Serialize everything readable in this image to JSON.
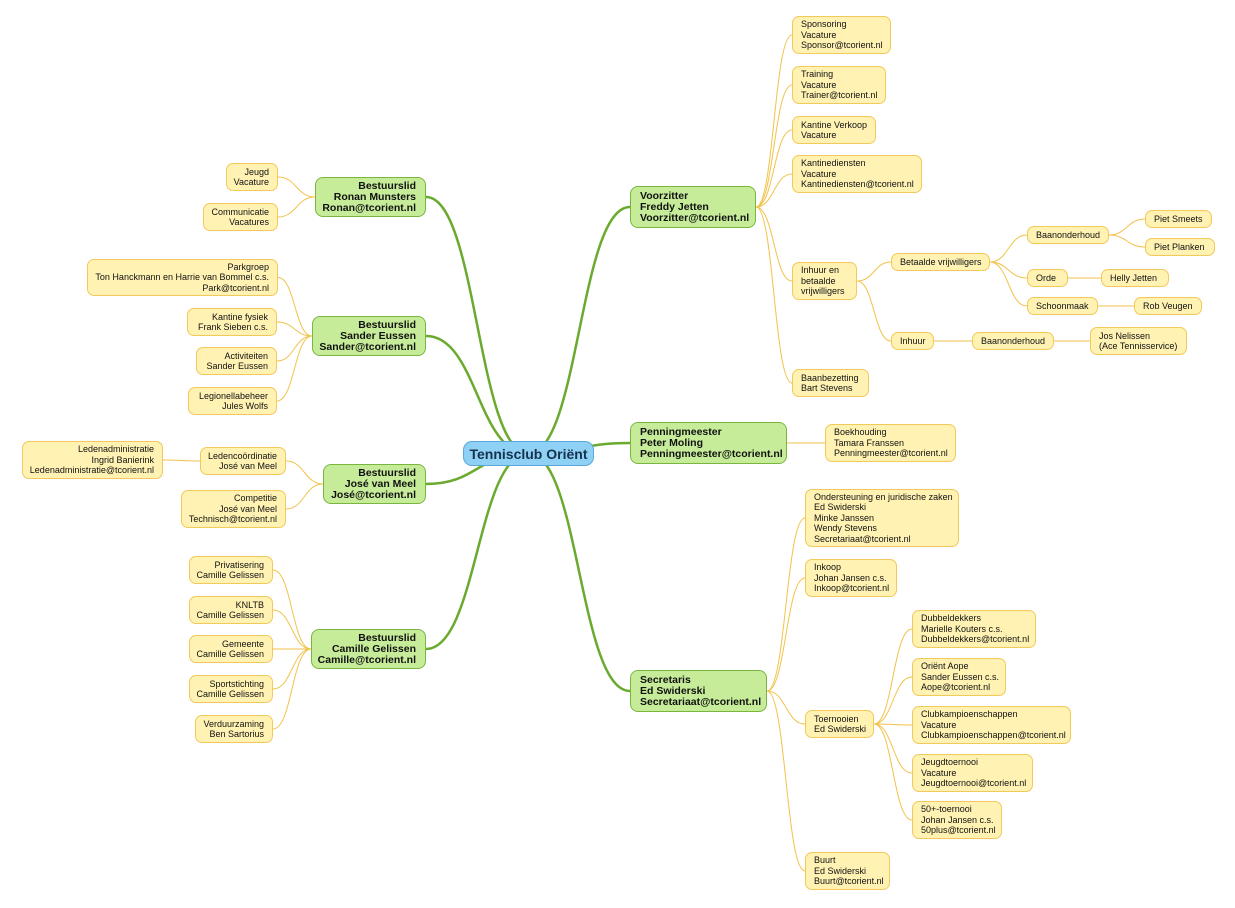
{
  "colors": {
    "center_fill": "#8fd0f5",
    "branch_fill": "#c6ec99",
    "branch_link": "#6aaa2e",
    "leaf_fill": "#fff2b3",
    "leaf_link": "#f2c24a"
  },
  "center": {
    "label": "Tennisclub Oriënt"
  },
  "branches": {
    "b_ronan": {
      "lines": [
        "Bestuurslid",
        "Ronan Munsters",
        "Ronan@tcorient.nl"
      ]
    },
    "b_sander": {
      "lines": [
        "Bestuurslid",
        "Sander Eussen",
        "Sander@tcorient.nl"
      ]
    },
    "b_jose": {
      "lines": [
        "Bestuurslid",
        "José van Meel",
        "José@tcorient.nl"
      ]
    },
    "b_camille": {
      "lines": [
        "Bestuurslid",
        "Camille Gelissen",
        "Camille@tcorient.nl"
      ]
    },
    "b_voorzitter": {
      "lines": [
        "Voorzitter",
        "Freddy Jetten",
        "Voorzitter@tcorient.nl"
      ]
    },
    "b_penning": {
      "lines": [
        "Penningmeester",
        "Peter Moling",
        "Penningmeester@tcorient.nl"
      ]
    },
    "b_secretaris": {
      "lines": [
        "Secretaris",
        "Ed Swiderski",
        "Secretariaat@tcorient.nl"
      ]
    }
  },
  "leaves": {
    "jeugd": {
      "lines": [
        "Jeugd",
        "Vacature"
      ]
    },
    "communicatie": {
      "lines": [
        "Communicatie",
        "Vacatures"
      ]
    },
    "parkgroep": {
      "lines": [
        "Parkgroep",
        "Ton Hanckmann en Harrie van Bommel c.s.",
        "Park@tcorient.nl"
      ]
    },
    "kantine_fysiek": {
      "lines": [
        "Kantine fysiek",
        "Frank Sieben c.s."
      ]
    },
    "activiteiten": {
      "lines": [
        "Activiteiten",
        "Sander Eussen"
      ]
    },
    "legionella": {
      "lines": [
        "Legionellabeheer",
        "Jules Wolfs"
      ]
    },
    "ledenadmin": {
      "lines": [
        "Ledenadministratie",
        "Ingrid Banierink",
        "Ledenadministratie@tcorient.nl"
      ]
    },
    "ledencoord": {
      "lines": [
        "Ledencoördinatie",
        "José van Meel"
      ]
    },
    "competitie": {
      "lines": [
        "Competitie",
        "José van Meel",
        "Technisch@tcorient.nl"
      ]
    },
    "privatisering": {
      "lines": [
        "Privatisering",
        "Camille Gelissen"
      ]
    },
    "knltb": {
      "lines": [
        "KNLTB",
        "Camille Gelissen"
      ]
    },
    "gemeente": {
      "lines": [
        "Gemeente",
        "Camille Gelissen"
      ]
    },
    "sportstichting": {
      "lines": [
        "Sportstichting",
        "Camille Gelissen"
      ]
    },
    "verduurzaming": {
      "lines": [
        "Verduurzaming",
        "Ben Sartorius"
      ]
    },
    "sponsoring": {
      "lines": [
        "Sponsoring",
        "Vacature",
        "Sponsor@tcorient.nl"
      ]
    },
    "training": {
      "lines": [
        "Training",
        "Vacature",
        "Trainer@tcorient.nl"
      ]
    },
    "kantine_verkoop": {
      "lines": [
        "Kantine Verkoop",
        "Vacature"
      ]
    },
    "kantinediensten": {
      "lines": [
        "Kantinediensten",
        "Vacature",
        "Kantinediensten@tcorient.nl"
      ]
    },
    "inhuur_betaalde": {
      "lines": [
        "Inhuur en",
        "betaalde",
        "vrijwilligers"
      ]
    },
    "betaalde_vrijw": {
      "lines": [
        "Betaalde vrijwilligers"
      ]
    },
    "baanonderhoud1": {
      "lines": [
        "Baanonderhoud"
      ]
    },
    "piet_smeets": {
      "lines": [
        "Piet Smeets"
      ]
    },
    "piet_planken": {
      "lines": [
        "Piet Planken"
      ]
    },
    "orde": {
      "lines": [
        "Orde"
      ]
    },
    "helly_jetten": {
      "lines": [
        "Helly Jetten"
      ]
    },
    "schoonmaak": {
      "lines": [
        "Schoonmaak"
      ]
    },
    "rob_veugen": {
      "lines": [
        "Rob Veugen"
      ]
    },
    "inhuur": {
      "lines": [
        "Inhuur"
      ]
    },
    "baanonderhoud2": {
      "lines": [
        "Baanonderhoud"
      ]
    },
    "jos_nelissen": {
      "lines": [
        "Jos Nelissen",
        "(Ace Tennisservice)"
      ]
    },
    "baanbezetting": {
      "lines": [
        "Baanbezetting",
        "Bart Stevens"
      ]
    },
    "boekhouding": {
      "lines": [
        "Boekhouding",
        "Tamara Franssen",
        "Penningmeester@tcorient.nl"
      ]
    },
    "ondersteuning": {
      "lines": [
        "Ondersteuning en juridische zaken",
        "Ed Swiderski",
        "Minke Janssen",
        "Wendy Stevens",
        "Secretariaat@tcorient.nl"
      ]
    },
    "inkoop": {
      "lines": [
        "Inkoop",
        "Johan Jansen c.s.",
        "Inkoop@tcorient.nl"
      ]
    },
    "toernooien": {
      "lines": [
        "Toernooien",
        "Ed Swiderski"
      ]
    },
    "dubbeldekkers": {
      "lines": [
        "Dubbeldekkers",
        "Marielle Kouters c.s.",
        "Dubbeldekkers@tcorient.nl"
      ]
    },
    "orient_aope": {
      "lines": [
        "Oriënt Aope",
        "Sander Eussen c.s.",
        "Aope@tcorient.nl"
      ]
    },
    "clubkamp": {
      "lines": [
        "Clubkampioenschappen",
        "Vacature",
        "Clubkampioenschappen@tcorient.nl"
      ]
    },
    "jeugdtoernooi": {
      "lines": [
        "Jeugdtoernooi",
        "Vacature",
        "Jeugdtoernooi@tcorient.nl"
      ]
    },
    "plus50": {
      "lines": [
        "50+-toernooi",
        "Johan Jansen c.s.",
        "50plus@tcorient.nl"
      ]
    },
    "buurt": {
      "lines": [
        "Buurt",
        "Ed Swiderski",
        "Buurt@tcorient.nl"
      ]
    }
  }
}
